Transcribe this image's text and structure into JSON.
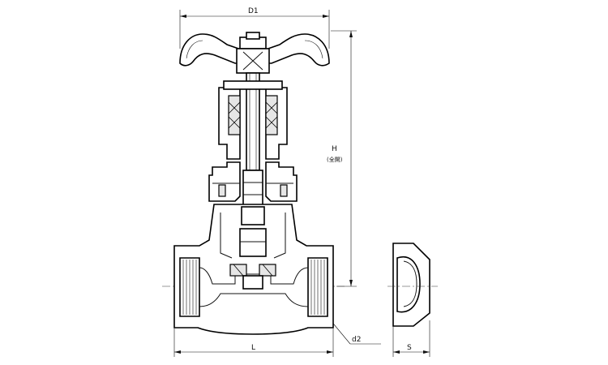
{
  "labels": {
    "d1": "D1",
    "h": "H",
    "h_note": "(全開)",
    "l": "L",
    "d2": "d2",
    "s": "S"
  }
}
